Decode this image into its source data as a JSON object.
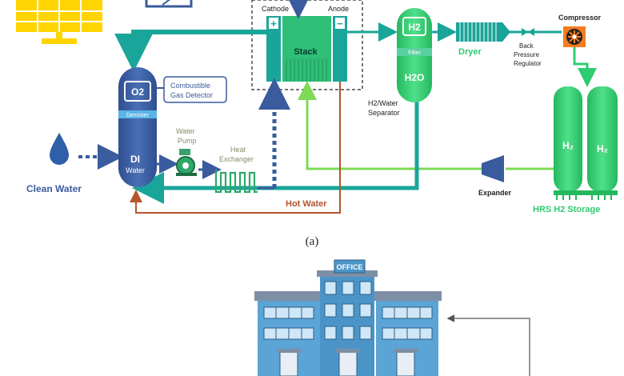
{
  "figure": {
    "caption_a": "(a)"
  },
  "electrolyzer": {
    "cathode_label": "Cathode",
    "anode_label": "Anode",
    "stack_label": "Stack",
    "plus_sign": "+",
    "minus_sign": "−"
  },
  "o2_vessel": {
    "o2_label": "O2",
    "demister_label": "Demister",
    "di_label": "DI",
    "water_label": "Water"
  },
  "gas_detector": {
    "line1": "Combustible",
    "line2": "Gas Detector"
  },
  "clean_water": {
    "label": "Clean Water"
  },
  "water_pump": {
    "line1": "Water",
    "line2": "Pump"
  },
  "heat_exchanger": {
    "line1": "Heat",
    "line2": "Exchanger"
  },
  "hot_water": {
    "label": "Hot Water"
  },
  "h2_separator": {
    "h2_label": "H2",
    "filter_label": "Filter",
    "h2o_label": "H2O",
    "caption_line1": "H2/Water",
    "caption_line2": "Separator"
  },
  "dryer": {
    "label": "Dryer"
  },
  "back_pressure_regulator": {
    "line1": "Back",
    "line2": "Pressure",
    "line3": "Regulator"
  },
  "compressor": {
    "label": "Compressor"
  },
  "expander": {
    "label": "Expander"
  },
  "storage": {
    "tank_label_1": "H₂",
    "tank_label_2": "H₂",
    "caption": "HRS H2 Storage"
  },
  "office": {
    "sign": "OFFICE"
  },
  "colors": {
    "teal": "#1aa59a",
    "blue_dark": "#3a5b9d",
    "green": "#2ecc71",
    "light_green": "#7ed957",
    "hot_water": "#b5532a",
    "yellow": "#ffd400",
    "orange": "#f47c20"
  }
}
